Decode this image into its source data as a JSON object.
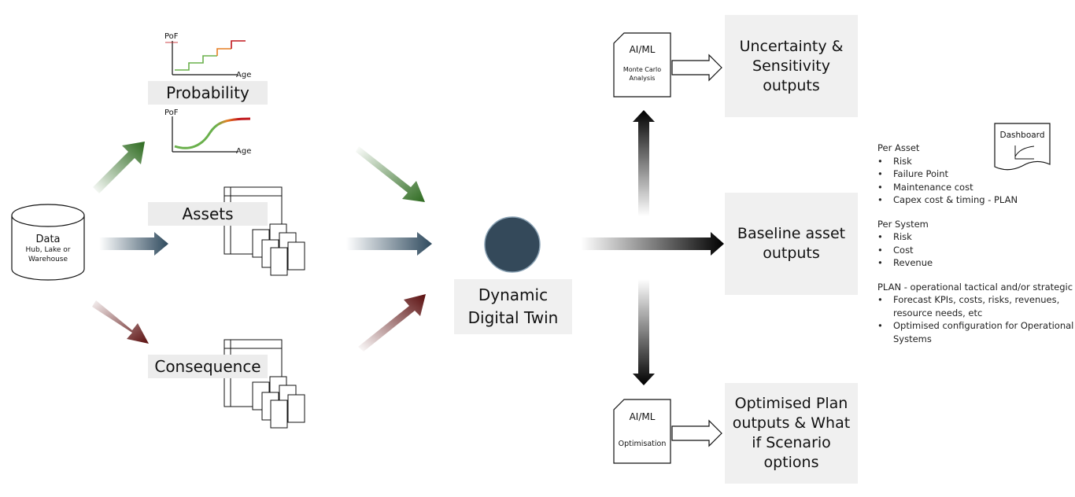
{
  "data_store": {
    "title": "Data",
    "subtitle_line1": "Hub, Lake or",
    "subtitle_line2": "Warehouse"
  },
  "labels": {
    "probability": "Probability",
    "assets": "Assets",
    "consequence": "Consequence"
  },
  "charts": {
    "y_label": "PoF",
    "x_label": "Age"
  },
  "twin": {
    "line1": "Dynamic",
    "line2": "Digital Twin"
  },
  "ai_top": {
    "title": "AI/ML",
    "line1": "Monte Carlo",
    "line2": "Analysis"
  },
  "ai_bottom": {
    "title": "AI/ML",
    "line1": "Optimisation"
  },
  "dashboard": "Dashboard",
  "outputs": {
    "uncertainty": [
      "Uncertainty &",
      "Sensitivity",
      "outputs"
    ],
    "baseline": [
      "Baseline asset",
      "outputs"
    ],
    "optimised": [
      "Optimised Plan",
      "outputs & What",
      "if Scenario",
      "options"
    ]
  },
  "info": {
    "per_asset": {
      "header": "Per Asset",
      "items": [
        "Risk",
        "Failure Point",
        "Maintenance cost",
        "Capex cost & timing - PLAN"
      ]
    },
    "per_system": {
      "header": "Per System",
      "items": [
        "Risk",
        "Cost",
        "Revenue"
      ]
    },
    "plan": {
      "header": "PLAN - operational tactical and/or strategic",
      "items": [
        "Forecast KPIs, costs, risks, revenues, resource needs, etc",
        "Optimised configuration for Operational Systems"
      ]
    }
  },
  "colors": {
    "green": "#2d6a1f",
    "blue": "#2f4a5e",
    "red": "#5a0e0e",
    "twin": "#34495a",
    "box": "#f0f0f0",
    "step_green": "#6ab04c",
    "step_orange": "#e67e22",
    "step_red": "#c0161b"
  }
}
